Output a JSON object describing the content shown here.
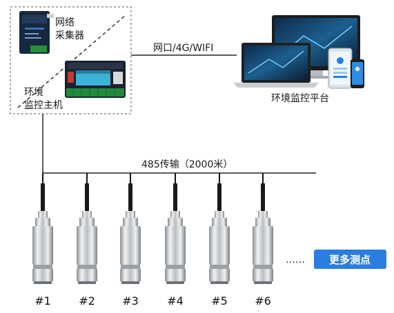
{
  "gateway_box": {
    "collector_label_line1": "网络",
    "collector_label_line2": "采集器",
    "host_label_line1": "环境",
    "host_label_line2": "监控主机"
  },
  "connection": {
    "link_label": "网口/4G/WIFI"
  },
  "platform": {
    "label": "环境监控平台"
  },
  "bus": {
    "label": "485传输（2000米）"
  },
  "sensors": [
    {
      "label": "#1"
    },
    {
      "label": "#2"
    },
    {
      "label": "#3"
    },
    {
      "label": "#4"
    },
    {
      "label": "#5"
    },
    {
      "label": "#6"
    }
  ],
  "more": {
    "ellipsis": "……",
    "button_label": "更多测点"
  },
  "colors": {
    "accent": "#2a7de1",
    "line": "#1a1a1a",
    "device_green": "#1f8a3a",
    "device_blue": "#1b3f8f"
  }
}
